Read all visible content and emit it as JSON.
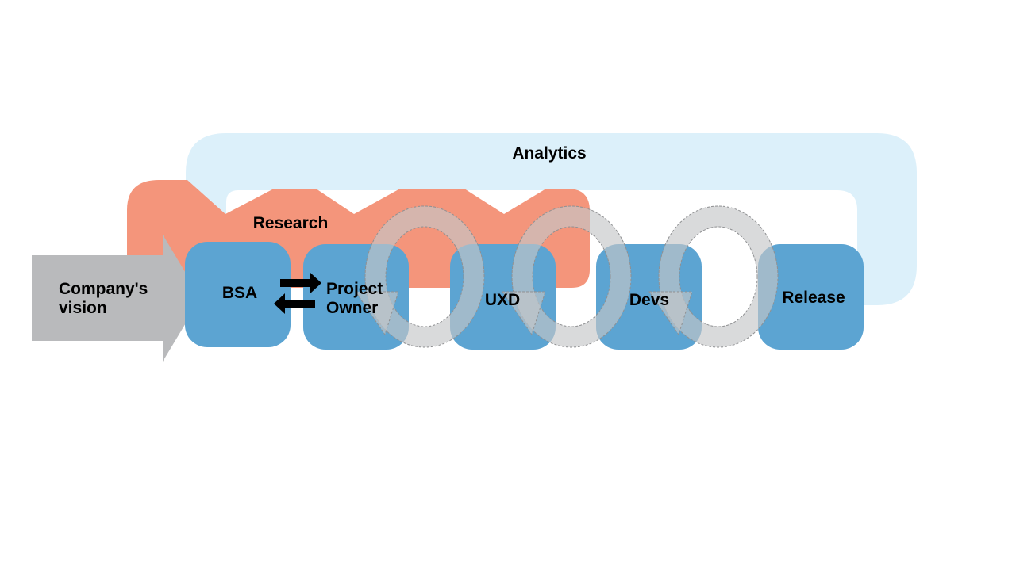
{
  "diagram": {
    "analytics": {
      "label": "Analytics",
      "color": "#dcf0fa"
    },
    "research": {
      "label": "Research",
      "color": "#f4957b"
    },
    "vision": {
      "label": "Company's\nvision",
      "color": "#b9babc"
    },
    "box_color": "#5ca4d2",
    "cycle_color": "#c4c6c8",
    "boxes": [
      {
        "id": "bsa",
        "label": "BSA"
      },
      {
        "id": "project-owner",
        "label": "Project\nOwner"
      },
      {
        "id": "uxd",
        "label": "UXD"
      },
      {
        "id": "devs",
        "label": "Devs"
      },
      {
        "id": "release",
        "label": "Release"
      }
    ],
    "exchange_arrows": {
      "icon": "bidirectional-arrows-icon",
      "color": "#000000"
    },
    "cycle_icon": "circular-arrow-icon"
  }
}
